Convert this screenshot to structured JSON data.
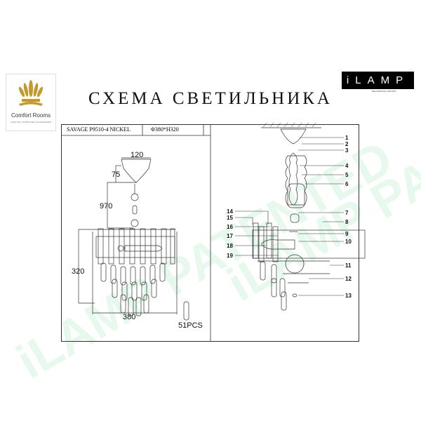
{
  "header": {
    "title": "СХЕМА СВЕТИЛЬНИКА",
    "brand_left": {
      "name": "Comfort Rooms",
      "tagline": "LIGHTING | FURNITURE | ACCESSORIES"
    },
    "brand_right": {
      "name": "iLAMP",
      "tagline": "DECORATIVE LIGHTING"
    }
  },
  "product": {
    "model": "SAVAGE P9510-4 NICKEL",
    "size": "Φ380*H320"
  },
  "dimensions": {
    "canopy": "120",
    "canopy_height": "75",
    "chain": "970",
    "height": "320",
    "diameter": "380",
    "crystals": "51PCS"
  },
  "parts": [
    "1",
    "2",
    "3",
    "4",
    "5",
    "6",
    "7",
    "8",
    "9",
    "10",
    "11",
    "12",
    "13",
    "14",
    "15",
    "16",
    "17",
    "18",
    "19"
  ],
  "watermark": "iLAMP PATENTED",
  "colors": {
    "watermark": "#78dc96",
    "line": "#222222"
  }
}
